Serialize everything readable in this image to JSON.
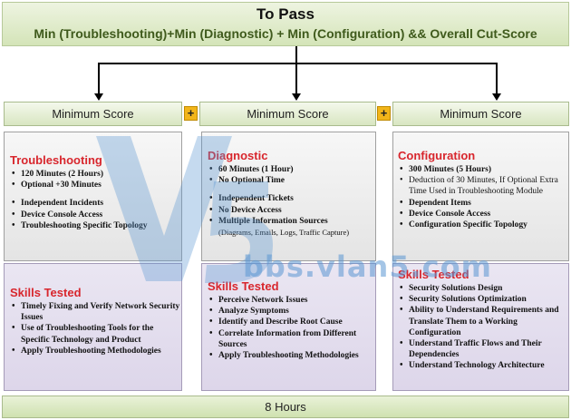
{
  "title": {
    "main": "To Pass",
    "sub": "Min (Troubleshooting)+Min  (Diagnostic) + Min (Configuration)  && Overall Cut-Score"
  },
  "minimum_labels": [
    "Minimum Score",
    "Minimum Score",
    "Minimum Score"
  ],
  "plus_symbol": "+",
  "sections": {
    "troubleshooting": {
      "title": "Troubleshooting",
      "items": [
        "120 Minutes (2 Hours)",
        "Optional +30 Minutes",
        "Independent Incidents",
        "Device Console Access",
        "Troubleshooting Specific Topology"
      ],
      "skills_title": "Skills Tested",
      "skills": [
        "Timely Fixing and Verify Network Security Issues",
        "Use of Troubleshooting Tools for the Specific Technology and Product",
        "Apply Troubleshooting Methodologies"
      ]
    },
    "diagnostic": {
      "title": "Diagnostic",
      "items": [
        "60 Minutes (1 Hour)",
        "No Optional Time",
        "Independent Tickets",
        "No Device  Access",
        "Multiple Information Sources"
      ],
      "note": "(Diagrams, Emails, Logs, Traffic Capture)",
      "skills_title": "Skills Tested",
      "skills": [
        "Perceive Network Issues",
        "Analyze Symptoms",
        "Identify and Describe Root Cause",
        "Correlate Information from Different Sources",
        "Apply Troubleshooting Methodologies"
      ]
    },
    "configuration": {
      "title": "Configuration",
      "items": [
        "300 Minutes (5 Hours)",
        "Deduction of 30 Minutes, If Optional Extra Time Used in Troubleshooting Module",
        "Dependent Items",
        "Device Console Access",
        "Configuration Specific Topology"
      ],
      "skills_title": "Skills Tested",
      "skills": [
        "Security Solutions Design",
        "Security Solutions Optimization",
        "Ability to Understand Requirements and Translate Them to a Working Configuration",
        "Understand Traffic Flows and Their Dependencies",
        "Understand Technology Architecture"
      ]
    }
  },
  "total": "8 Hours",
  "watermark": {
    "chinese": " ",
    "url": "bbs.vlan5.com"
  },
  "colors": {
    "title_green": "#3f5a1c",
    "heading_red": "#d8262d",
    "plus_orange": "#f2b51a",
    "watermark_blue": "#5a96d2"
  }
}
